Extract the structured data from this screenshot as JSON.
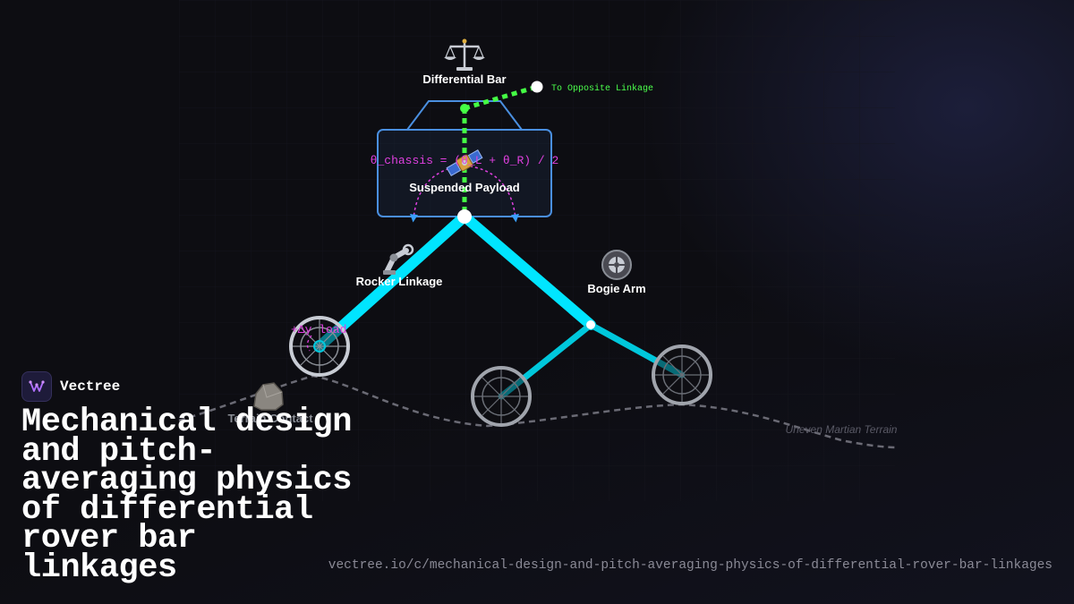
{
  "diagram": {
    "labels": {
      "differential_bar": "Differential Bar",
      "opposite_linkage": "To Opposite Linkage",
      "equation": "θ_chassis = (θ_L + θ_R) / 2",
      "payload": "Suspended Payload",
      "rocker": "Rocker Linkage",
      "bogie": "Bogie Arm",
      "terrain_contact": "Terrain Contact",
      "terrain": "Uneven Martian Terrain",
      "wheel_load": "+Δy load"
    },
    "icons": {
      "differential_bar": "balance-scale-icon",
      "payload": "satellite-icon",
      "rocker": "mechanical-arm-icon",
      "bogie": "wheel-icon",
      "terrain_contact": "rock-icon"
    },
    "colors": {
      "rocker": "#00e5ff",
      "bogie": "#00c8dc",
      "differential": "#44ff44",
      "equation": "#e040e0",
      "chassis_outline": "#4a8fe0",
      "terrain": "#6a6a74"
    }
  },
  "brand": {
    "name": "Vectree"
  },
  "title": "Mechanical design and pitch-averaging physics of differential rover bar linkages",
  "url": "vectree.io/c/mechanical-design-and-pitch-averaging-physics-of-differential-rover-bar-linkages"
}
